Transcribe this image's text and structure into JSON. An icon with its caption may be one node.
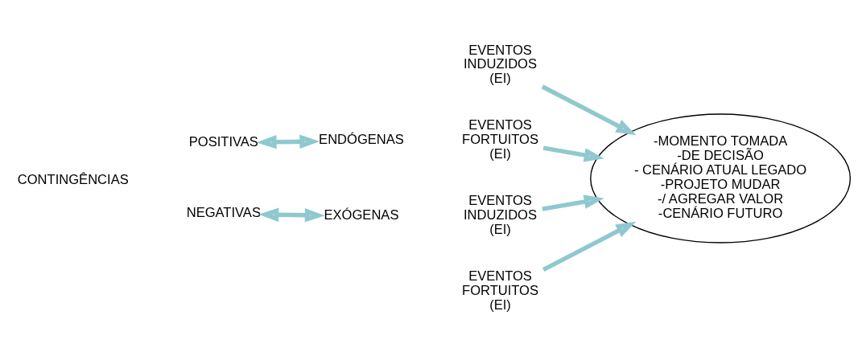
{
  "diagram": {
    "nodes": [
      {
        "text": [
          "CONTINGÊNCIAS"
        ]
      },
      {
        "text": [
          "POSITIVAS"
        ]
      },
      {
        "text": [
          "ENDÓGENAS"
        ]
      },
      {
        "text": [
          "NEGATIVAS"
        ]
      },
      {
        "text": [
          "EXÓGENAS"
        ]
      },
      {
        "text": [
          "EVENTOS INDUZIDOS (EI)"
        ]
      },
      {
        "text": [
          "EVENTOS FORTUITOS (EI)"
        ]
      },
      {
        "text": [
          "EVENTOS INDUZIDOS (EI)"
        ]
      },
      {
        "text": [
          "EVENTOS FORTUITOS (EI)"
        ]
      },
      {
        "text": [
          "-MOMENTO TOMADA -DE DECISÃO - CENÁRIO ATUAL LEGADO",
          "-PROJETO MUDAR -/ AGREGAR VALOR -CENÁRIO FUTURO"
        ]
      }
    ],
    "edges": [
      {
        "from": 1,
        "to": 2,
        "arrow": "both"
      },
      {
        "from": 3,
        "to": 4,
        "arrow": "both"
      },
      {
        "from": 5,
        "to": 9,
        "arrow": "to"
      },
      {
        "from": 6,
        "to": 9,
        "arrow": "to"
      },
      {
        "from": 7,
        "to": 9,
        "arrow": "to"
      },
      {
        "from": 8,
        "to": 9,
        "arrow": "to"
      }
    ]
  }
}
